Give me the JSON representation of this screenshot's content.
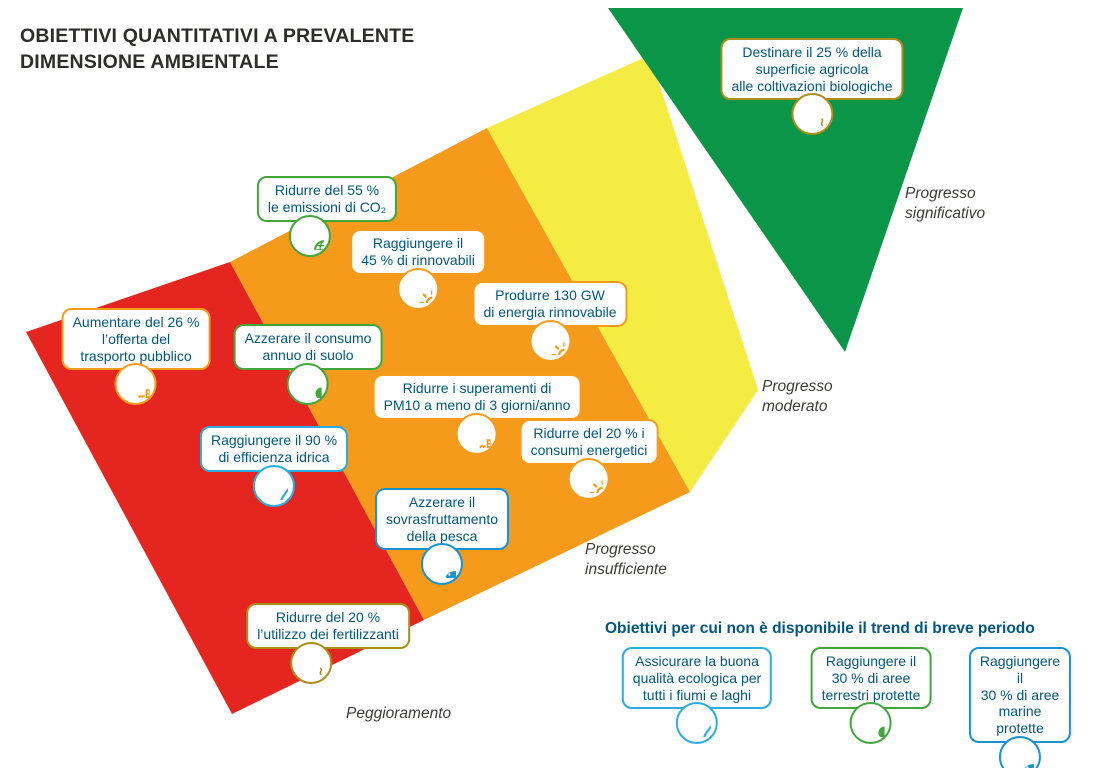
{
  "title": "OBIETTIVI QUANTITATIVI A PREVALENTE\nDIMENSIONE AMBIENTALE",
  "palette": {
    "band_red": "#e52520",
    "band_orange": "#f59a1a",
    "band_yellow": "#f5ec43",
    "band_green": "#0a9548",
    "goal_text": "#04587c",
    "orange": "#f59c1b",
    "green": "#43a63d",
    "cyan": "#2baede",
    "blue": "#1a92d0",
    "olive": "#a98e1c",
    "band_label_gray": "#3c3c3a",
    "legend_title_color": "#00567e"
  },
  "progress_labels": [
    {
      "id": "significativo",
      "text": "Progresso\nsignificativo"
    },
    {
      "id": "moderato",
      "text": "Progresso\nmoderato"
    },
    {
      "id": "insufficiente",
      "text": "Progresso\ninsufficiente"
    },
    {
      "id": "peggioramento",
      "text": "Peggioramento"
    }
  ],
  "goals": [
    {
      "label": "Destinare il 25 % della\nsuperficie agricola\nalle coltivazioni biologiche",
      "icon": "food-bowl",
      "color": "olive",
      "band": "progresso significativo"
    },
    {
      "label": "Ridurre del 55 %\nle emissioni di CO₂",
      "icon": "globe",
      "color": "green",
      "band": "progresso insufficiente"
    },
    {
      "label": "Raggiungere il\n45 % di rinnovabili",
      "icon": "sun",
      "color": "orange",
      "band": "progresso insufficiente"
    },
    {
      "label": "Produrre 130 GW\ndi energia rinnovabile",
      "icon": "sun",
      "color": "orange",
      "band": "progresso insufficiente"
    },
    {
      "label": "Aumentare del 26 %\nl’offerta del\ntrasporto pubblico",
      "icon": "city-buildings",
      "color": "orange",
      "band": "peggioramento"
    },
    {
      "label": "Azzerare il consumo\nannuo di suolo",
      "icon": "tree",
      "color": "green",
      "band": "progresso insufficiente"
    },
    {
      "label": "Ridurre i superamenti di\nPM10 a meno di 3 giorni/anno",
      "icon": "city-buildings",
      "color": "orange",
      "band": "progresso insufficiente"
    },
    {
      "label": "Ridurre del 20 % i\nconsumi energetici",
      "icon": "sun",
      "color": "orange",
      "band": "progresso insufficiente"
    },
    {
      "label": "Raggiungere il 90 %\ndi efficienza idrica",
      "icon": "water-drop",
      "color": "cyan",
      "band": "peggioramento"
    },
    {
      "label": "Azzerare il\nsovrasfruttamento\ndella pesca",
      "icon": "fish",
      "color": "blue",
      "band": "progresso insufficiente"
    },
    {
      "label": "Ridurre del 20 %\nl’utilizzo dei fertilizzanti",
      "icon": "food-bowl",
      "color": "olive",
      "band": "peggioramento"
    }
  ],
  "legend": {
    "title": "Obiettivi per cui non è disponibile il trend di breve periodo",
    "items": [
      {
        "label": "Assicurare la buona\nqualità ecologica per\ntutti i fiumi e laghi",
        "icon": "water-drop",
        "color": "cyan"
      },
      {
        "label": "Raggiungere il\n30 % di aree\nterrestri protette",
        "icon": "tree",
        "color": "green"
      },
      {
        "label": "Raggiungere il\n30 % di aree\nmarine protette",
        "icon": "fish",
        "color": "blue"
      }
    ]
  }
}
